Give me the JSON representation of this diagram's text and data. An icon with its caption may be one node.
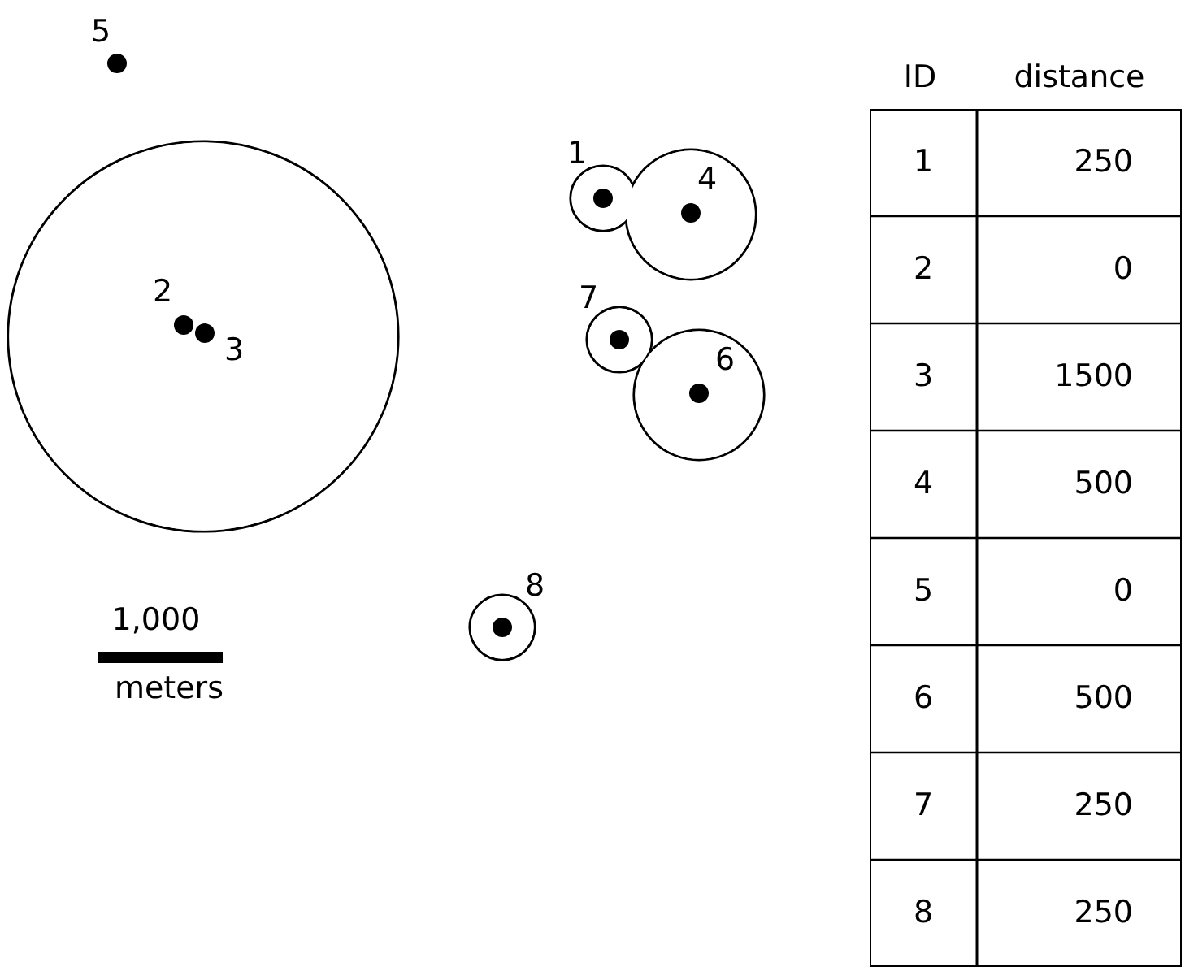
{
  "diagram": {
    "labels": [
      "5",
      "1",
      "4",
      "2",
      "7",
      "3",
      "6",
      "8",
      "1,000",
      "meters",
      "ID",
      "distance",
      "1",
      "250",
      "2",
      "0",
      "3",
      "1500",
      "4",
      "500",
      "5",
      "0",
      "6",
      "500",
      "7",
      "250",
      "8",
      "250"
    ]
  }
}
